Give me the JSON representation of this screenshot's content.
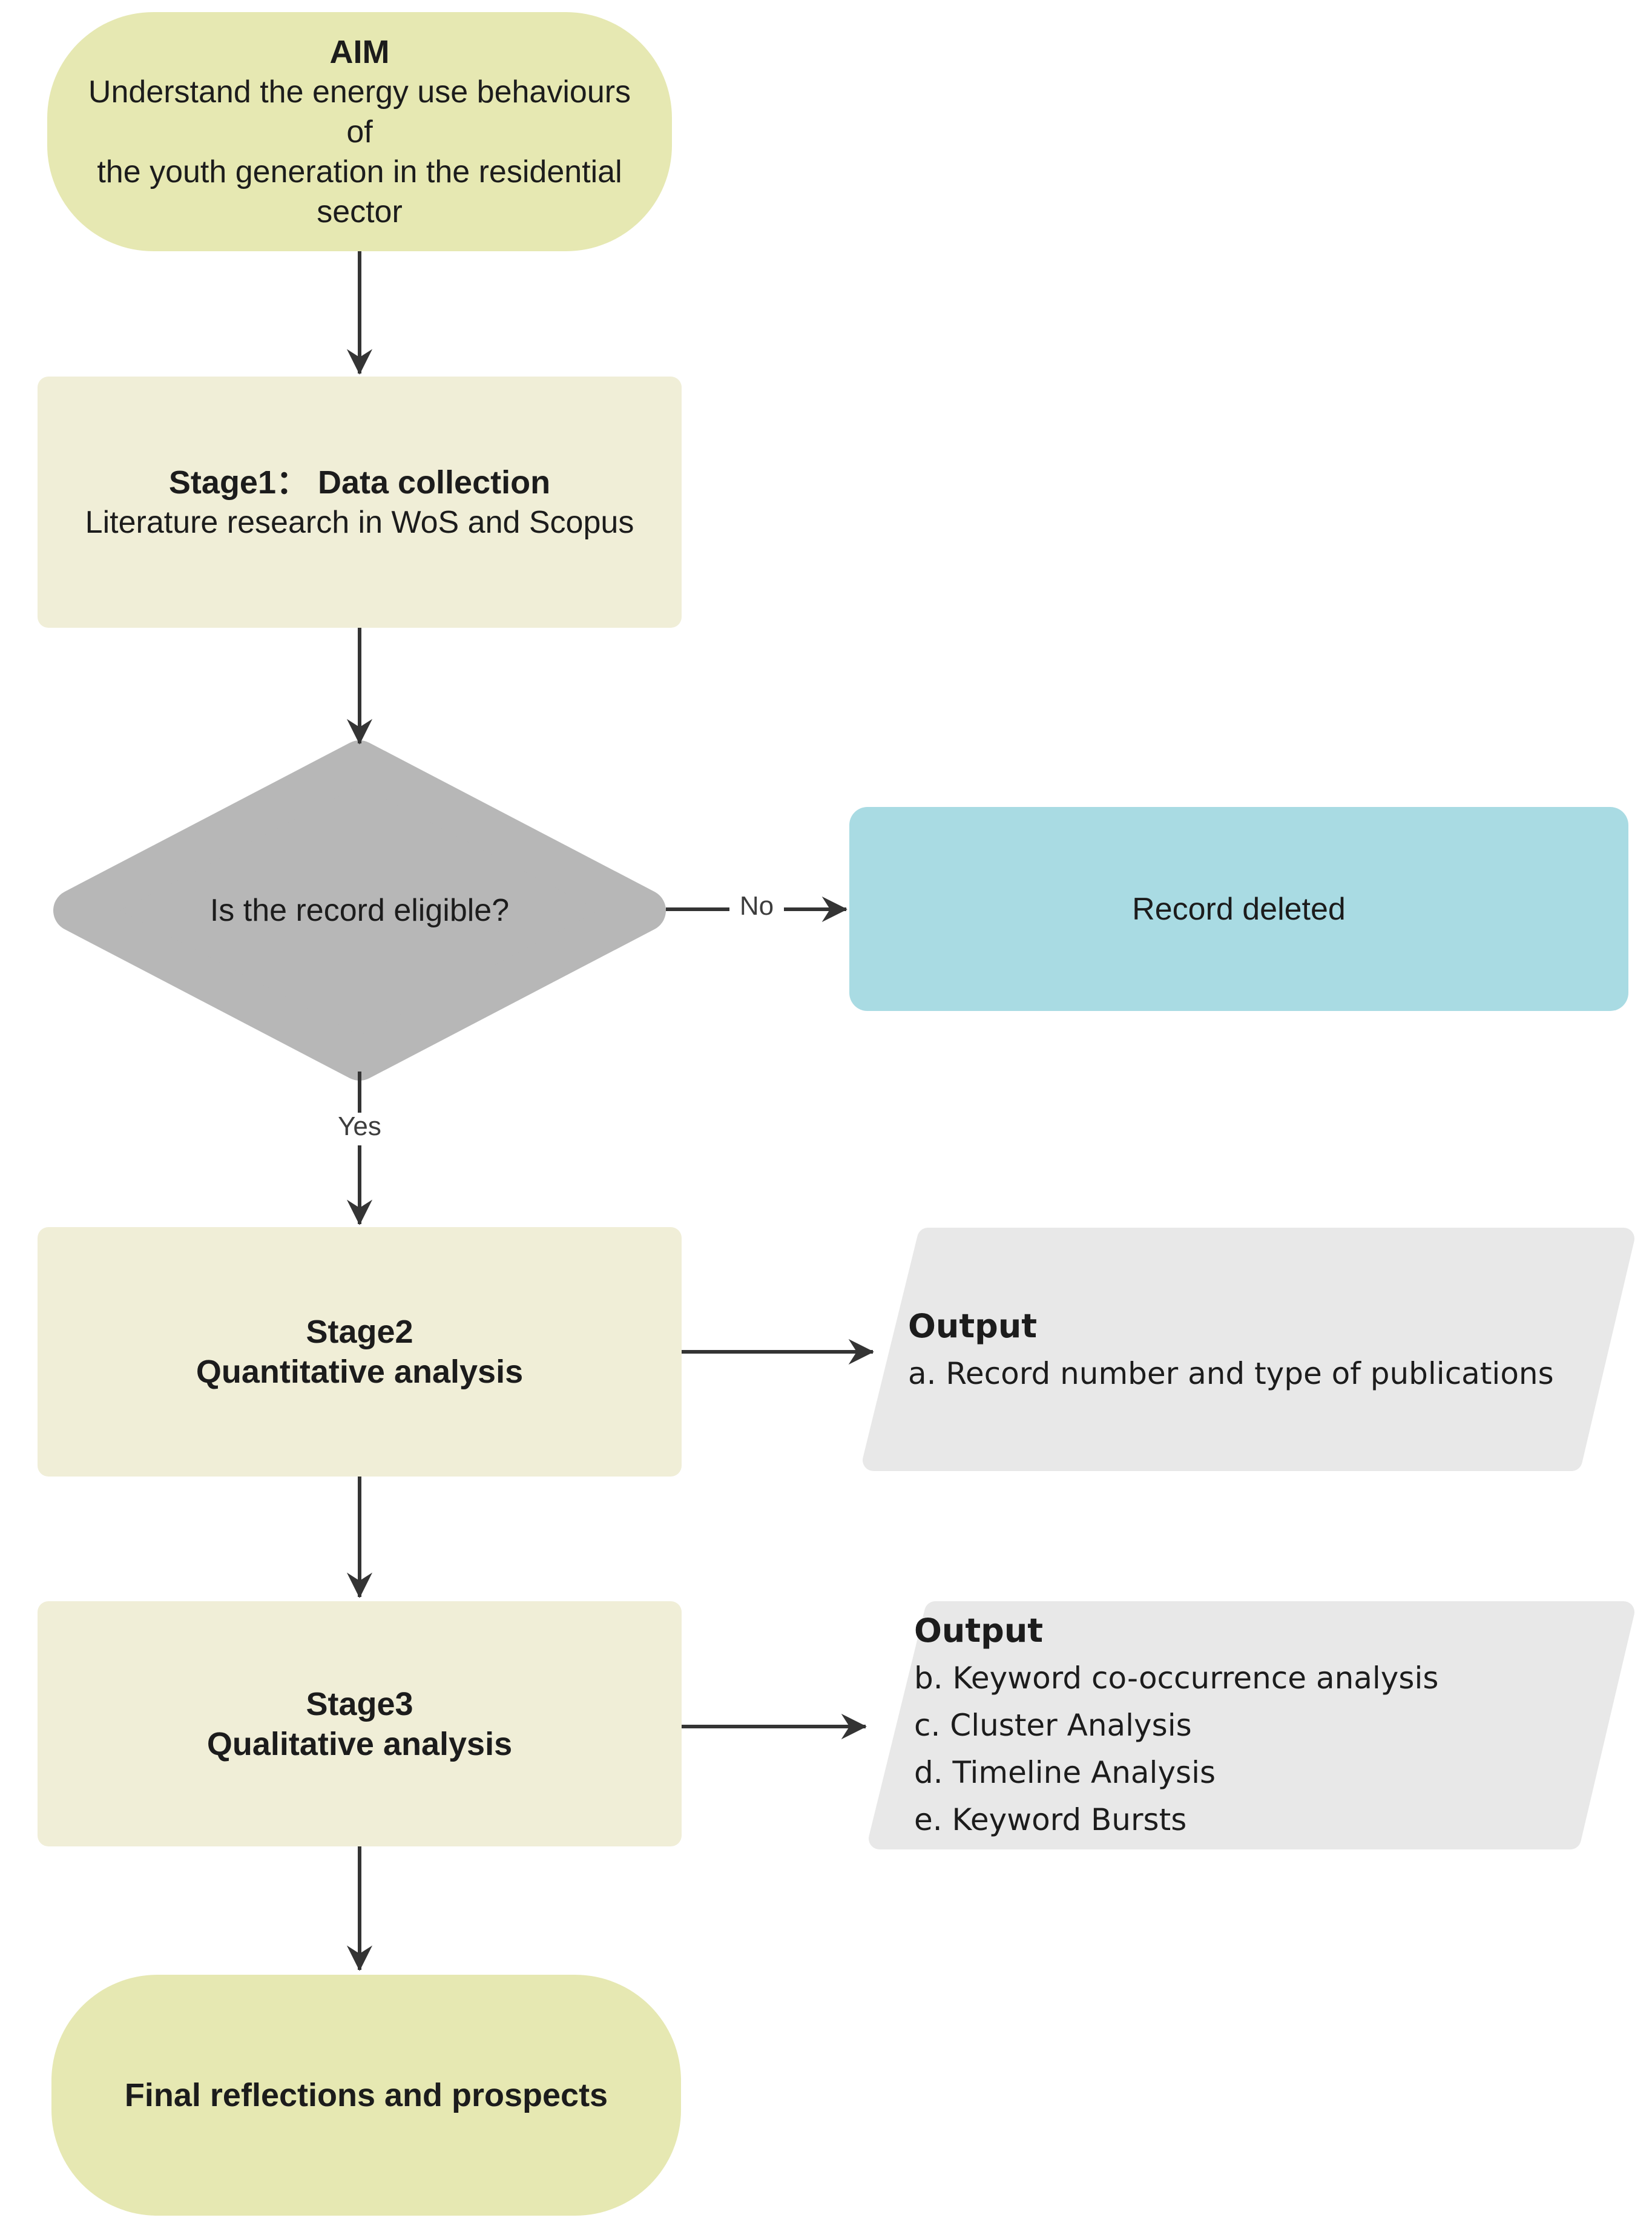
{
  "diagram": {
    "nodes": {
      "aim": {
        "title": "AIM",
        "body": "Understand the energy use behaviours of\nthe youth generation in the residential\nsector"
      },
      "stage1": {
        "title": "Stage1： Data collection",
        "subtitle": "Literature research in WoS and Scopus"
      },
      "decision": {
        "question": "Is the record eligible?"
      },
      "record_deleted": {
        "label": "Record deleted"
      },
      "stage2": {
        "title": "Stage2",
        "subtitle": "Quantitative analysis"
      },
      "output1": {
        "title": "Output",
        "items": [
          "a. Record number and type of publications"
        ]
      },
      "stage3": {
        "title": "Stage3",
        "subtitle": "Qualitative analysis"
      },
      "output2": {
        "title": "Output",
        "items": [
          "b. Keyword co-occurrence analysis",
          "c. Cluster Analysis",
          "d. Timeline Analysis",
          "e. Keyword Bursts"
        ]
      },
      "final": {
        "title": "Final reflections and prospects"
      }
    },
    "edge_labels": {
      "no": "No",
      "yes": "Yes"
    },
    "colors": {
      "terminator_fill": "#e6e8b2",
      "process_fill": "#f0eed7",
      "decision_fill": "#b7b7b7",
      "deleted_fill": "#a9dbe3",
      "output_fill": "#e8e8e8",
      "line": "#343434",
      "text": "#1c1c1c",
      "edge_label_text": "#3d3d3d"
    }
  }
}
